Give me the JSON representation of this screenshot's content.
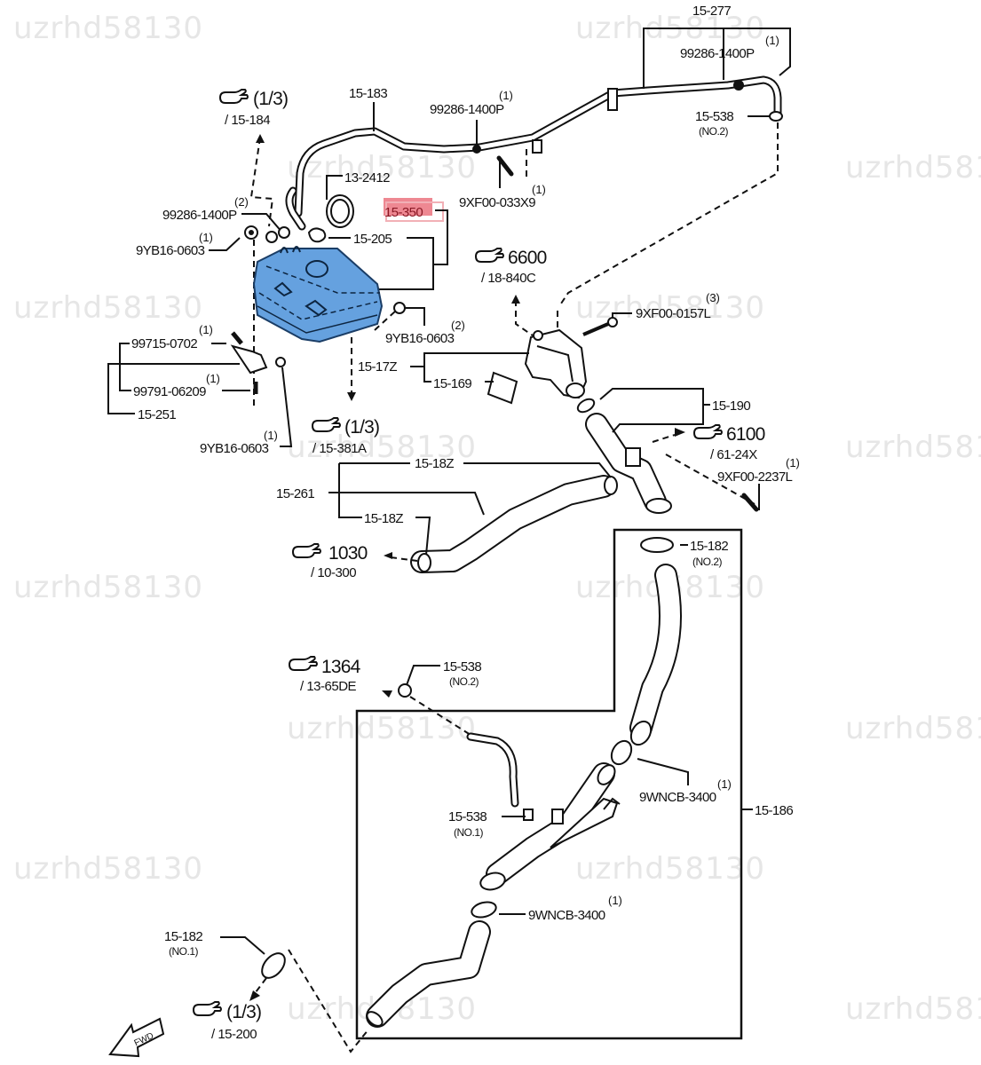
{
  "title": "Cooling system – coolant reservoir, hoses and water outlet",
  "colors": {
    "highlight_part": "#e8606e",
    "highlight_tank": "#4a90d9",
    "line": "#111111",
    "watermark": "#e6e6e6"
  },
  "watermark_text": "uzrhd58130",
  "highlighted_part": "15-350",
  "parts": [
    {
      "id": "15-277"
    },
    {
      "id": "99286-1400P",
      "qty": "(1)",
      "note": "top right"
    },
    {
      "id": "15-538",
      "sub": "(NO.2)",
      "note": "top right"
    },
    {
      "id": "15-183"
    },
    {
      "id": "99286-1400P",
      "qty": "(1)",
      "note": "top center"
    },
    {
      "id": "9XF00-033X9",
      "qty": "(1)"
    },
    {
      "id": "13-2412"
    },
    {
      "id": "15-350"
    },
    {
      "id": "99286-1400P",
      "qty": "(2)",
      "note": "left"
    },
    {
      "id": "9YB16-0603",
      "qty": "(1)",
      "note": "upper left"
    },
    {
      "id": "15-205"
    },
    {
      "id": "9YB16-0603",
      "qty": "(2)",
      "note": "right of tank"
    },
    {
      "id": "99715-0702",
      "qty": "(1)"
    },
    {
      "id": "99791-06209",
      "qty": "(1)"
    },
    {
      "id": "15-251"
    },
    {
      "id": "9YB16-0603",
      "qty": "(1)",
      "note": "lower left"
    },
    {
      "id": "15-17Z"
    },
    {
      "id": "15-169"
    },
    {
      "id": "9XF00-0157L",
      "qty": "(3)"
    },
    {
      "id": "15-190"
    },
    {
      "id": "9XF00-2237L",
      "qty": "(1)"
    },
    {
      "id": "15-18Z",
      "note": "upper"
    },
    {
      "id": "15-261"
    },
    {
      "id": "15-18Z",
      "note": "lower"
    },
    {
      "id": "15-182",
      "sub": "(NO.2)"
    },
    {
      "id": "15-538",
      "sub": "(NO.2)",
      "note": "middle"
    },
    {
      "id": "15-538",
      "sub": "(NO.1)"
    },
    {
      "id": "9WNCB-3400",
      "qty": "(1)",
      "note": "upper"
    },
    {
      "id": "9WNCB-3400",
      "qty": "(1)",
      "note": "lower"
    },
    {
      "id": "15-186"
    },
    {
      "id": "15-182",
      "sub": "(NO.1)"
    }
  ],
  "references": [
    {
      "page": "(1/3)",
      "target": "/ 15-184"
    },
    {
      "page": "6600",
      "target": "/ 18-840C"
    },
    {
      "page": "(1/3)",
      "target": "/ 15-381A"
    },
    {
      "page": "6100",
      "target": "/ 61-24X"
    },
    {
      "page": "1030",
      "target": "/ 10-300"
    },
    {
      "page": "1364",
      "target": "/ 13-65DE"
    },
    {
      "page": "(1/3)",
      "target": "/ 15-200"
    }
  ],
  "fwd_arrow_label": "FWD"
}
